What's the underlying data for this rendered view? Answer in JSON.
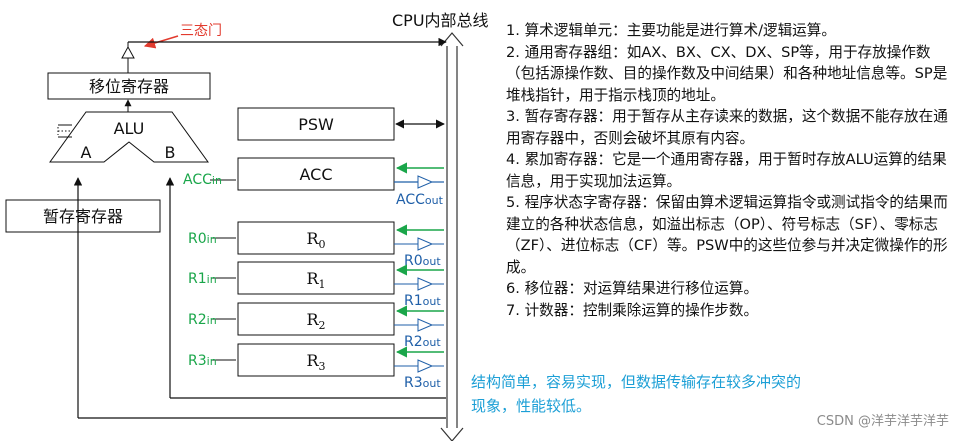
{
  "bus": {
    "label": "CPU内部总线"
  },
  "tristate": {
    "label": "三态门"
  },
  "components": {
    "shifter": "移位寄存器",
    "alu": "ALU",
    "alu_a": "A",
    "alu_b": "B",
    "temp": "暂存寄存器",
    "psw": "PSW",
    "acc": "ACC"
  },
  "registers": [
    {
      "name": "R",
      "sub": "0",
      "in": "R0",
      "out": "R0"
    },
    {
      "name": "R",
      "sub": "1",
      "in": "R1",
      "out": "R1"
    },
    {
      "name": "R",
      "sub": "2",
      "in": "R2",
      "out": "R2"
    },
    {
      "name": "R",
      "sub": "3",
      "in": "R3",
      "out": "R3"
    }
  ],
  "acc_signals": {
    "in": "ACC",
    "out": "ACC"
  },
  "signal_suffix": {
    "in": "in",
    "out": "out"
  },
  "notes": [
    "1. 算术逻辑单元：主要功能是进行算术/逻辑运算。",
    "2. 通用寄存器组：如AX、BX、CX、DX、SP等，用于存放操作数（包括源操作数、目的操作数及中间结果）和各种地址信息等。SP是堆栈指针，用于指示栈顶的地址。",
    "3. 暂存寄存器：用于暂存从主存读来的数据，这个数据不能存放在通用寄存器中，否则会破坏其原有内容。",
    "4. 累加寄存器：它是一个通用寄存器，用于暂时存放ALU运算的结果信息，用于实现加法运算。",
    "5. 程序状态字寄存器：保留由算术逻辑运算指令或测试指令的结果而建立的各种状态信息，如溢出标志（OP）、符号标志（SF）、零标志（ZF）、进位标志（CF）等。PSW中的这些位参与并决定微操作的形成。",
    "6. 移位器：对运算结果进行移位运算。",
    "7. 计数器：控制乘除运算的操作步数。"
  ],
  "conclusion": "结构简单，容易实现，但数据传输存在较多冲突的现象，性能较低。",
  "watermark": "CSDN @洋芋洋芋洋芋",
  "colors": {
    "green": "#1aa64a",
    "blue": "#1f5fa8",
    "red": "#e23b2e",
    "cyan": "#1c9fd6"
  }
}
